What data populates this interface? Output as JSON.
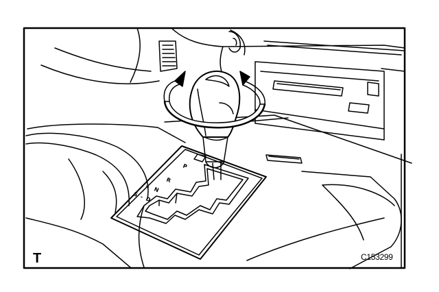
{
  "figure": {
    "view_label": "T",
    "code": "C153299"
  },
  "shift_gate": {
    "positions": [
      "P",
      "R",
      "N",
      "+",
      "D",
      "S",
      "-"
    ]
  },
  "components": [
    "shift-knob-icon",
    "rotation-arrow-icon",
    "shift-gate-plate",
    "center-console",
    "dashboard-panel",
    "audio-unit",
    "seat"
  ]
}
